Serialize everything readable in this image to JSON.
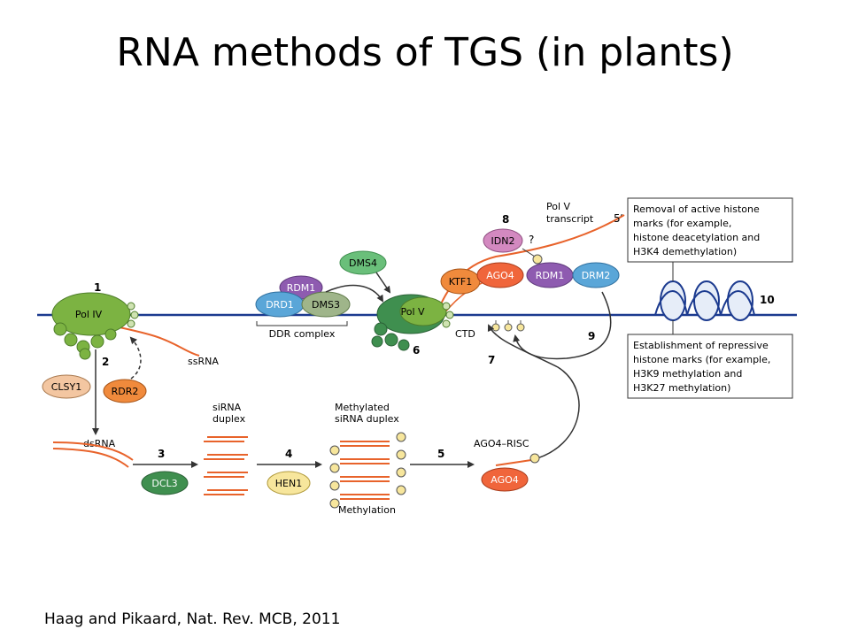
{
  "slide": {
    "title": "RNA methods of TGS (in plants)",
    "citation": "Haag and Pikaard, Nat. Rev. MCB, 2011"
  },
  "diagram": {
    "colors": {
      "dna": "#1b3a8f",
      "rna": "#e8632b",
      "polymerase": "#7cb342",
      "purple": "#8e5bb0",
      "blue_protein": "#5aa6d8",
      "grey_green": "#9fb58a",
      "orange_protein": "#f08a3c",
      "peach": "#f3c6a1",
      "pink": "#d389c0",
      "dark_green": "#3f8f4f",
      "yellow": "#f7e69c",
      "ago": "#f0653b"
    },
    "step_numbers": [
      "1",
      "2",
      "3",
      "4",
      "5",
      "6",
      "7",
      "8",
      "9",
      "10"
    ],
    "proteins": {
      "pol_iv": "Pol IV",
      "pol_v": "Pol V",
      "rdm1_left": "RDM1",
      "drd1": "DRD1",
      "dms3": "DMS3",
      "dms4": "DMS4",
      "ktf1": "KTF1",
      "ago4_top": "AGO4",
      "rdm1_right": "RDM1",
      "drm2": "DRM2",
      "idn2": "IDN2",
      "clsy1": "CLSY1",
      "rdr2": "RDR2",
      "dcl3": "DCL3",
      "hen1": "HEN1",
      "ago4_bottom": "AGO4"
    },
    "labels": {
      "ddr_complex": "DDR complex",
      "ctd": "CTD",
      "ssrna": "ssRNA",
      "dsrna": "dsRNA",
      "sirna_duplex_1": "siRNA",
      "sirna_duplex_2": "duplex",
      "methylated_1": "Methylated",
      "methylated_2": "siRNA duplex",
      "methylation": "Methylation",
      "ago4_risc": "AGO4–RISC",
      "pol_v_transcript_1": "Pol V",
      "pol_v_transcript_2": "transcript",
      "five_prime": "5′",
      "question": "?"
    },
    "box_top": [
      "Removal of active histone",
      "marks (for example,",
      "histone deacetylation and",
      "H3K4 demethylation)"
    ],
    "box_bottom": [
      "Establishment of repressive",
      "histone marks (for example,",
      "H3K9 methylation and",
      "H3K27 methylation)"
    ]
  }
}
